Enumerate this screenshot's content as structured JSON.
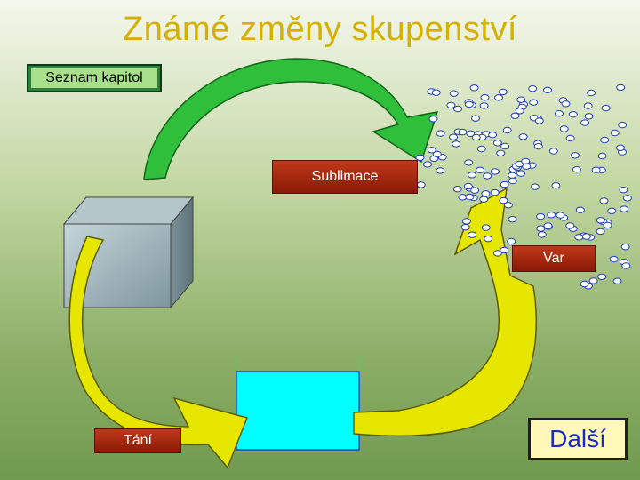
{
  "slide": {
    "title": "Známé změny skupenství",
    "chapters_button": "Seznam kapitol",
    "labels": {
      "sublimation": "Sublimace",
      "boiling": "Var",
      "melting": "Tání"
    },
    "next_button": "Další"
  },
  "colors": {
    "title": "#d4b000",
    "arrow_green": "#2fbf3a",
    "arrow_yellow": "#e6e600",
    "label_bg": "#b02a10",
    "water": "#00ffff",
    "ice": "#8fa6ad"
  },
  "icons": {
    "molecule": "molecule-icon"
  }
}
